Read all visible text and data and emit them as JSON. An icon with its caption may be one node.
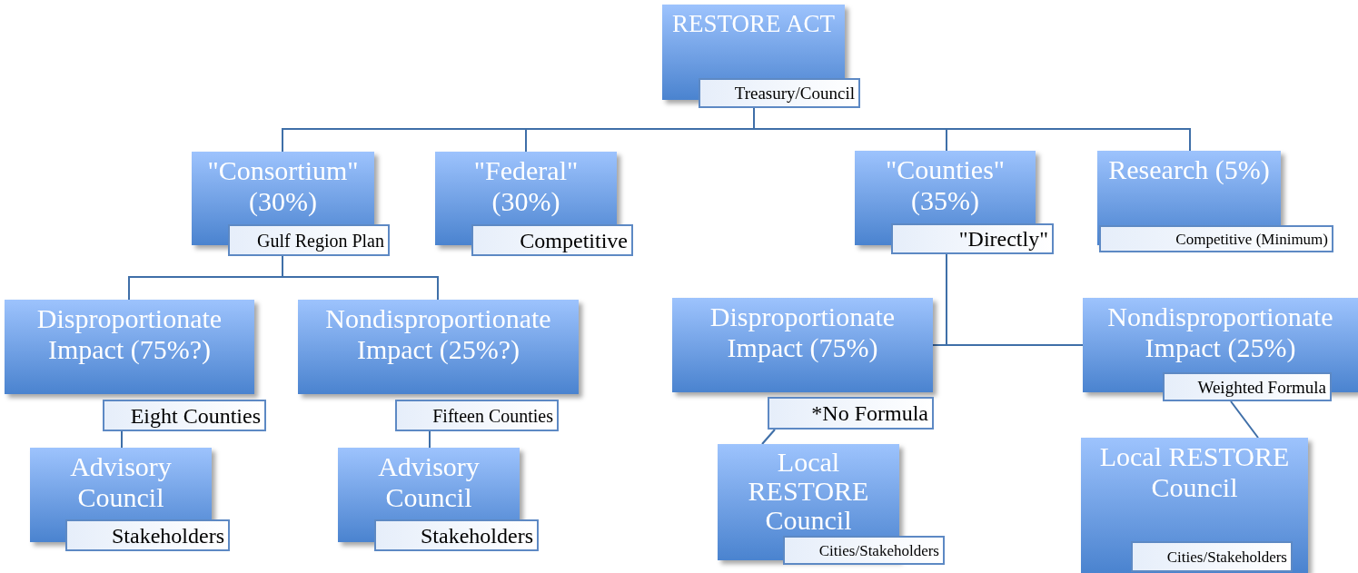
{
  "diagram": {
    "nodes": [
      {
        "text": [
          "RESTORE ACT",
          "Treasury/Council"
        ]
      },
      {
        "text": [
          "\"Consortium\" (30%)",
          "Gulf Region Plan"
        ]
      },
      {
        "text": [
          "\"Federal\" (30%)",
          "Competitive"
        ]
      },
      {
        "text": [
          "\"Counties\" (35%)",
          "\"Directly\""
        ]
      },
      {
        "text": [
          "Research (5%)",
          "Competitive (Minimum)"
        ]
      },
      {
        "text": [
          "Disproportionate Impact (75%?)",
          "Eight Counties"
        ]
      },
      {
        "text": [
          "Nondisproportionate Impact (25%?)",
          "Fifteen Counties"
        ]
      },
      {
        "text": [
          "Advisory Council",
          "Stakeholders"
        ]
      },
      {
        "text": [
          "Advisory Council",
          "Stakeholders"
        ]
      },
      {
        "text": [
          "Disproportionate Impact (75%)",
          "*No Formula"
        ]
      },
      {
        "text": [
          "Nondisproportionate Impact  (25%)",
          "Weighted Formula"
        ]
      },
      {
        "text": [
          "Local RESTORE Council",
          "Cities/Stakeholders"
        ]
      },
      {
        "text": [
          "Local RESTORE Council",
          "Cities/Stakeholders"
        ]
      }
    ],
    "edges": [
      {
        "from": 0,
        "to": 1,
        "arrow": "none"
      },
      {
        "from": 0,
        "to": 2,
        "arrow": "none"
      },
      {
        "from": 0,
        "to": 3,
        "arrow": "none"
      },
      {
        "from": 0,
        "to": 4,
        "arrow": "none"
      },
      {
        "from": 1,
        "to": 5,
        "arrow": "none"
      },
      {
        "from": 1,
        "to": 6,
        "arrow": "none"
      },
      {
        "from": 5,
        "to": 7,
        "arrow": "none"
      },
      {
        "from": 6,
        "to": 8,
        "arrow": "none"
      },
      {
        "from": 3,
        "to": 9,
        "arrow": "none"
      },
      {
        "from": 3,
        "to": 10,
        "arrow": "none"
      },
      {
        "from": 9,
        "to": 11,
        "arrow": "none"
      },
      {
        "from": 10,
        "to": 12,
        "arrow": "none"
      }
    ]
  }
}
